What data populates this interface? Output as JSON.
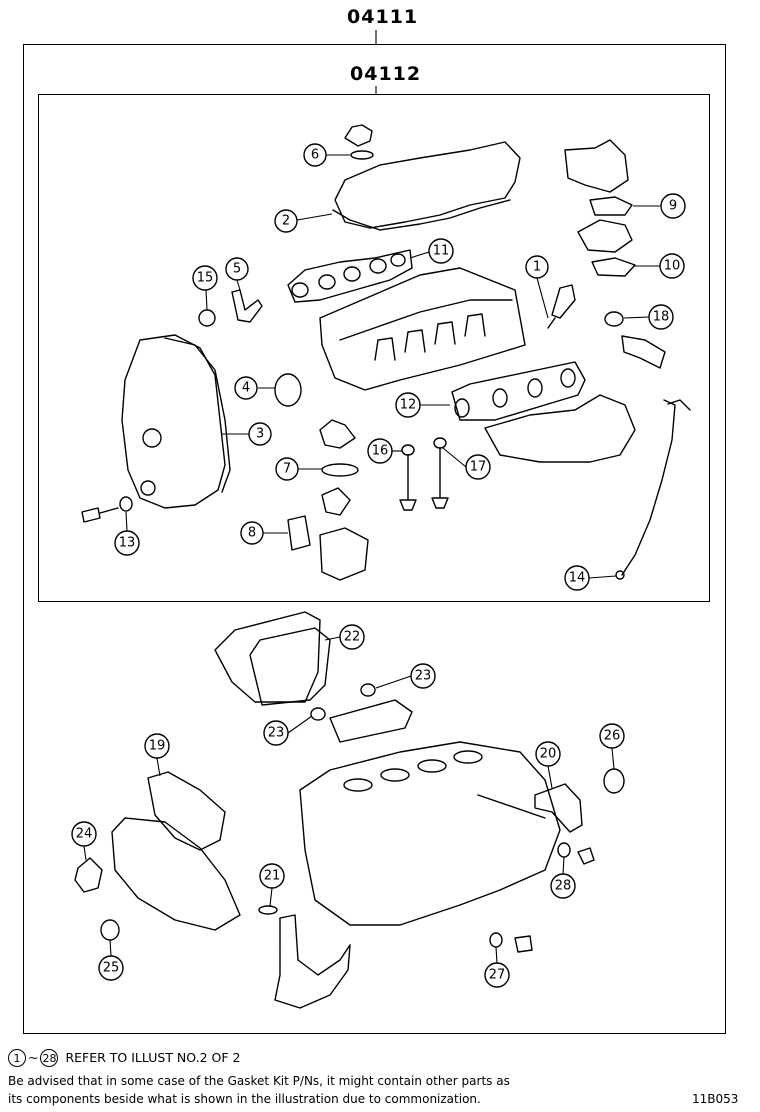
{
  "labels": {
    "outer_kit": "04111",
    "inner_kit": "04112",
    "figure_code": "11B053"
  },
  "callouts": [
    "1",
    "2",
    "3",
    "4",
    "5",
    "6",
    "7",
    "8",
    "9",
    "10",
    "11",
    "12",
    "13",
    "14",
    "15",
    "16",
    "17",
    "18",
    "19",
    "20",
    "21",
    "22",
    "23",
    "23",
    "24",
    "25",
    "26",
    "27",
    "28"
  ],
  "footer": {
    "range_start": "1",
    "range_sep": "~",
    "range_end": "28",
    "refer_text": "REFER TO ILLUST NO.2 OF 2",
    "note_line1": "Be advised that in some case of the Gasket Kit P/Ns,  it might contain other parts as",
    "note_line2": "its components beside what is shown in the illustration due to commonization."
  }
}
